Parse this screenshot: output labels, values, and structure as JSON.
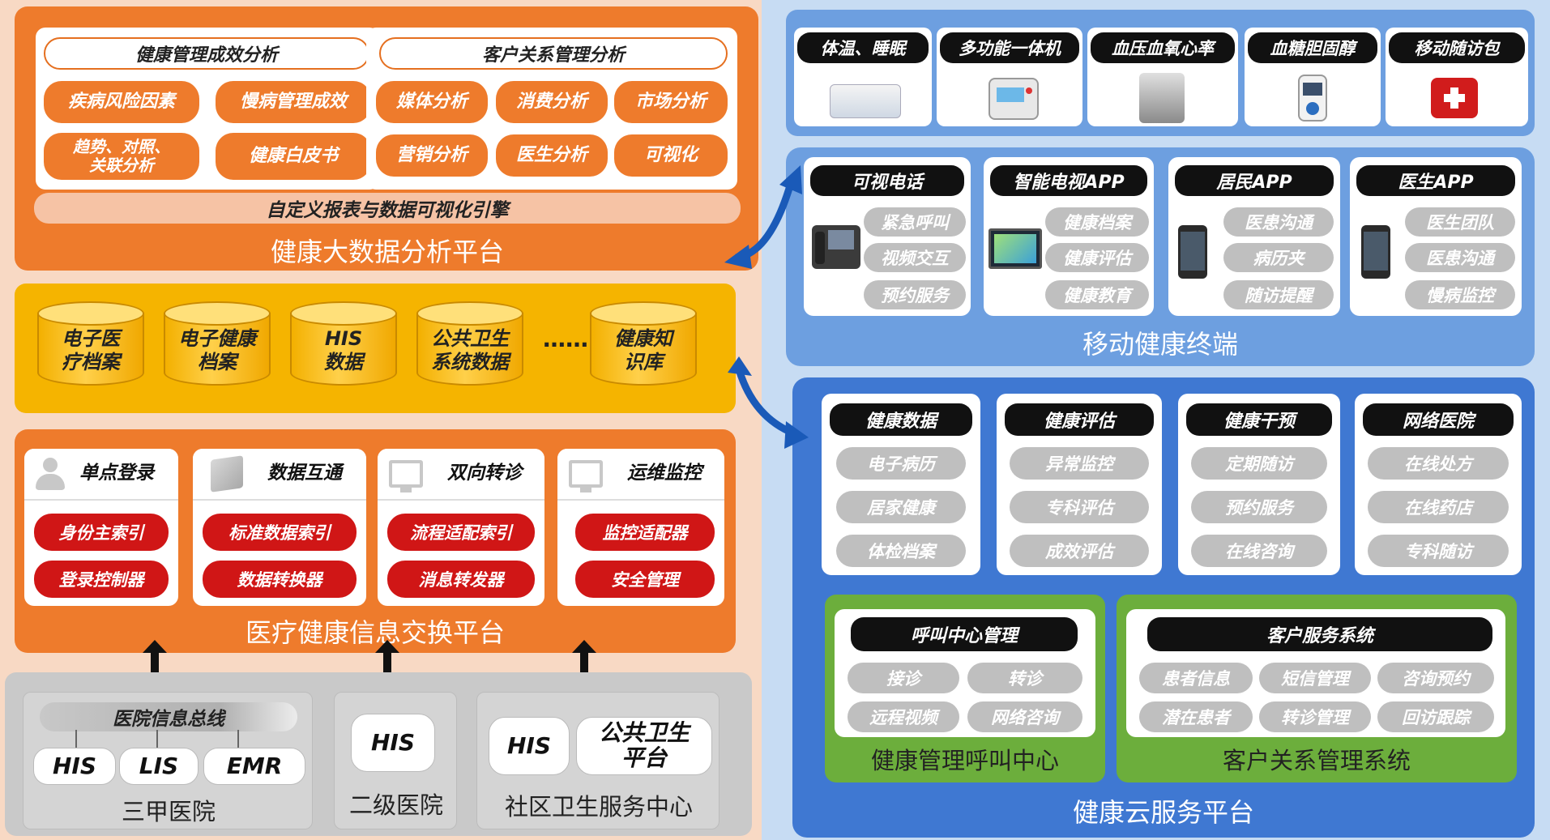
{
  "analysis": {
    "left_header": "健康管理成效分析",
    "left_items": [
      "疾病风险因素",
      "慢病管理成效",
      "趋势、对照、关联分析",
      "健康白皮书"
    ],
    "right_header": "客户关系管理分析",
    "right_items": [
      "媒体分析",
      "消费分析",
      "市场分析",
      "营销分析",
      "医生分析",
      "可视化"
    ],
    "engine": "自定义报表与数据可视化引擎",
    "title": "健康大数据分析平台"
  },
  "databases": {
    "items": [
      "电子医疗档案",
      "电子健康档案",
      "HIS数据",
      "公共卫生系统数据",
      "健康知识库"
    ],
    "ellipsis": "……"
  },
  "exchange": {
    "title": "医疗健康信息交换平台",
    "modules": [
      {
        "label": "单点登录",
        "items": [
          "身份主索引",
          "登录控制器"
        ]
      },
      {
        "label": "数据互通",
        "items": [
          "标准数据索引",
          "数据转换器"
        ]
      },
      {
        "label": "双向转诊",
        "items": [
          "流程适配索引",
          "消息转发器"
        ]
      },
      {
        "label": "运维监控",
        "items": [
          "监控适配器",
          "安全管理"
        ]
      }
    ]
  },
  "hospitals": {
    "tier3": {
      "bus": "医院信息总线",
      "systems": [
        "HIS",
        "LIS",
        "EMR"
      ],
      "label": "三甲医院"
    },
    "tier2": {
      "systems": [
        "HIS"
      ],
      "label": "二级医院"
    },
    "community": {
      "systems": [
        "HIS",
        "公共卫生平台"
      ],
      "label": "社区卫生服务中心"
    }
  },
  "devices": {
    "items": [
      "体温、睡眠",
      "多功能一体机",
      "血压血氧心率",
      "血糖胆固醇",
      "移动随访包"
    ]
  },
  "mobile": {
    "title": "移动健康终端",
    "cards": [
      {
        "label": "可视电话",
        "items": [
          "紧急呼叫",
          "视频交互",
          "预约服务"
        ]
      },
      {
        "label": "智能电视APP",
        "items": [
          "健康档案",
          "健康评估",
          "健康教育"
        ]
      },
      {
        "label": "居民APP",
        "items": [
          "医患沟通",
          "病历夹",
          "随访提醒"
        ]
      },
      {
        "label": "医生APP",
        "items": [
          "医生团队",
          "医患沟通",
          "慢病监控"
        ]
      }
    ]
  },
  "cloud": {
    "title": "健康云服务平台",
    "cards": [
      {
        "label": "健康数据",
        "items": [
          "电子病历",
          "居家健康",
          "体检档案"
        ]
      },
      {
        "label": "健康评估",
        "items": [
          "异常监控",
          "专科评估",
          "成效评估"
        ]
      },
      {
        "label": "健康干预",
        "items": [
          "定期随访",
          "预约服务",
          "在线咨询"
        ]
      },
      {
        "label": "网络医院",
        "items": [
          "在线处方",
          "在线药店",
          "专科随访"
        ]
      }
    ],
    "call_center": {
      "header": "呼叫中心管理",
      "items": [
        "接诊",
        "转诊",
        "远程视频",
        "网络咨询"
      ],
      "title": "健康管理呼叫中心"
    },
    "crm": {
      "header": "客户服务系统",
      "items": [
        "患者信息",
        "短信管理",
        "咨询预约",
        "潜在患者",
        "转诊管理",
        "回访跟踪"
      ],
      "title": "客户关系管理系统"
    }
  },
  "colors": {
    "orange": "#ee7b2c",
    "red": "#d01616",
    "yellow": "#f5b400",
    "blue": "#3f78d2",
    "green": "#6cae3c"
  }
}
